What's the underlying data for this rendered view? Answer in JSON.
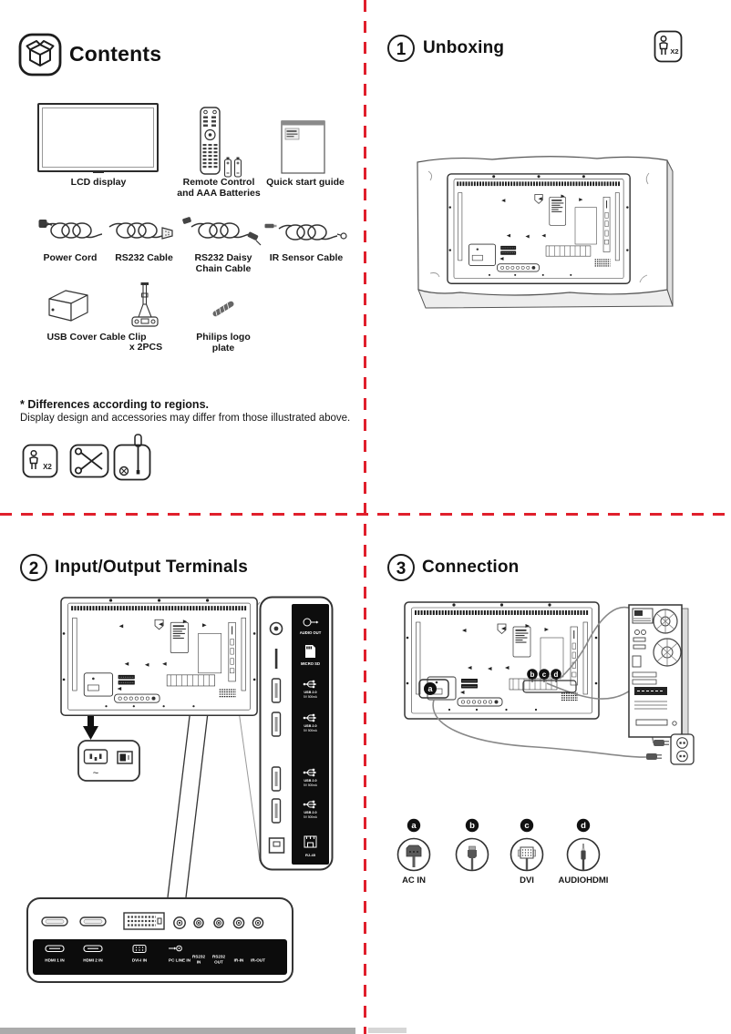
{
  "meta": {
    "accent_red": "#e01f2c",
    "paper": "#ffffff",
    "terminal_strip_black": "#0c0c0c"
  },
  "contents": {
    "title": "Contents",
    "row1": [
      {
        "label": "LCD display"
      },
      {
        "label": "Remote Control\nand AAA Batteries"
      },
      {
        "label": "Quick start guide"
      }
    ],
    "row2": [
      {
        "label": "Power Cord"
      },
      {
        "label": "RS232 Cable"
      },
      {
        "label": "RS232 Daisy\nChain Cable"
      },
      {
        "label": "IR Sensor Cable"
      }
    ],
    "row3": {
      "usb_cover_clip": "USB Cover Cable Clip",
      "clip_qty": "x 2PCS",
      "philips_plate": "Philips logo\nplate"
    },
    "note1": "* Differences according to regions.",
    "note2": "Display design and accessories may differ from those illustrated above.",
    "people_badge": "X2"
  },
  "unboxing": {
    "number": "1",
    "title": "Unboxing",
    "people_badge": "X2"
  },
  "io": {
    "number": "2",
    "title": "Input/Output Terminals",
    "side_panel": [
      {
        "label": "AUDIO OUT"
      },
      {
        "label": "MICRO SD"
      },
      {
        "label": "USB 2.0",
        "sub": "5V 500mA"
      },
      {
        "label": "USB 2.0",
        "sub": "5V 500mA"
      },
      {
        "label": "USB 2.0",
        "sub": "5V 500mA"
      },
      {
        "label": "USB 2.0",
        "sub": "5V 500mA"
      },
      {
        "label": "RJ-45"
      }
    ],
    "ac_symbol": "~",
    "bottom": [
      {
        "l1": "HDMI 1 IN"
      },
      {
        "l1": "HDMI 2 IN"
      },
      {
        "l1": "DVI-I IN"
      },
      {
        "l1": "PC LINE IN"
      },
      {
        "l1": "RS232",
        "l2": "IN"
      },
      {
        "l1": "RS232",
        "l2": "OUT"
      },
      {
        "l1": "IR-IN"
      },
      {
        "l1": "IR-OUT"
      }
    ]
  },
  "connection": {
    "number": "3",
    "title": "Connection",
    "markers": {
      "a": "a",
      "b": "b",
      "c": "c",
      "d": "d"
    },
    "legend": [
      {
        "letter": "a",
        "label": "AC IN"
      },
      {
        "letter": "b",
        "label": ""
      },
      {
        "letter": "c",
        "label": "DVI"
      },
      {
        "letter": "d",
        "label": "AUDIOHDMI"
      }
    ]
  }
}
